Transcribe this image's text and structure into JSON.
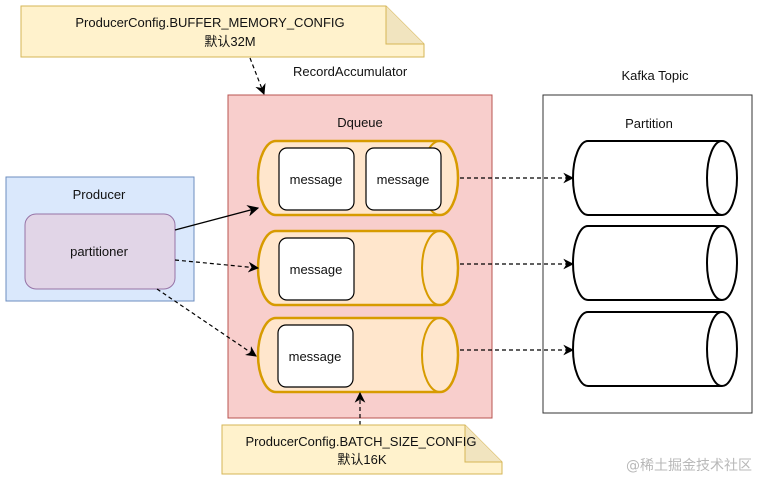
{
  "notes": {
    "buffer": {
      "line1": "ProducerConfig.BUFFER_MEMORY_CONFIG",
      "line2": "默认32M"
    },
    "batch": {
      "line1": "ProducerConfig.BATCH_SIZE_CONFIG",
      "line2": "默认16K"
    }
  },
  "labels": {
    "record_accumulator": "RecordAccumulator",
    "dqueue": "Dqueue",
    "producer": "Producer",
    "partitioner": "partitioner",
    "kafka_topic": "Kafka Topic",
    "partition": "Partition"
  },
  "queues": [
    {
      "messages": [
        "message",
        "message"
      ]
    },
    {
      "messages": [
        "message"
      ]
    },
    {
      "messages": [
        "message"
      ]
    }
  ],
  "colors": {
    "note_fill": "#fff2cc",
    "note_stroke": "#d6b656",
    "accumulator_fill": "#f8cecc",
    "accumulator_stroke": "#b85450",
    "queue_fill": "#ffe6cc",
    "queue_stroke": "#d79b00",
    "producer_fill": "#dae8fc",
    "producer_stroke": "#6c8ebf",
    "partitioner_fill": "#e1d5e7",
    "partitioner_stroke": "#9673a6"
  },
  "watermark": "@稀土掘金技术社区"
}
